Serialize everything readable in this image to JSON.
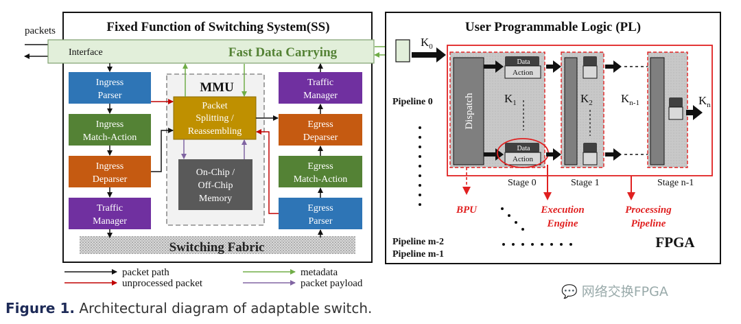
{
  "ss": {
    "title": "Fixed Function of Switching System(SS)",
    "packets_label": "packets",
    "interface_label": "Interface",
    "fast_data_label": "Fast Data Carrying",
    "mmu_label": "MMU",
    "switching_fabric_label": "Switching Fabric",
    "ingress_parser": [
      "Ingress",
      "Parser"
    ],
    "ingress_match_action": [
      "Ingress",
      "Match-Action"
    ],
    "ingress_deparser": [
      "Ingress",
      "Deparser"
    ],
    "ingress_traffic_manager": [
      "Traffic",
      "Manager"
    ],
    "egress_traffic_manager": [
      "Traffic",
      "Manager"
    ],
    "egress_deparser": [
      "Egress",
      "Deparser"
    ],
    "egress_match_action": [
      "Egress",
      "Match-Action"
    ],
    "egress_parser": [
      "Egress",
      "Parser"
    ],
    "packet_splitting": [
      "Packet",
      "Splitting /",
      "Reassembling"
    ],
    "memory": [
      "On-Chip /",
      "Off-Chip",
      "Memory"
    ]
  },
  "pl": {
    "title": "User Programmable Logic (PL)",
    "k0": "K",
    "k0_sub": "0",
    "k1": "K",
    "k1_sub": "1",
    "k2": "K",
    "k2_sub": "2",
    "kn1": "K",
    "kn1_sub": "n-1",
    "kn": "K",
    "kn_sub": "n",
    "pipeline0": "Pipeline 0",
    "pipeline_m2": "Pipeline m-2",
    "pipeline_m1": "Pipeline m-1",
    "dispatch": "Dispatch",
    "data_label": "Data",
    "action_label": "Action",
    "stage0": "Stage 0",
    "stage1": "Stage 1",
    "stagen1": "Stage n-1",
    "bpu": "BPU",
    "execution_engine": [
      "Execution",
      "Engine"
    ],
    "processing_pipeline": [
      "Processing",
      "Pipeline"
    ],
    "fpga": "FPGA"
  },
  "legend": {
    "packet_path": "packet path",
    "metadata": "metadata",
    "unprocessed_packet": "unprocessed packet",
    "packet_payload": "packet payload"
  },
  "caption": {
    "figure": "Figure 1.",
    "text": "Architectural diagram of adaptable switch."
  },
  "watermark": "网络交换FPGA",
  "colors": {
    "blue": "#2e75b6",
    "green": "#548235",
    "orange": "#c55a11",
    "purple": "#7030a0",
    "gold": "#bf9000",
    "grey_box": "#595959",
    "light_green": "#e2efda",
    "red": "#d9262b",
    "meta_green": "#70ad47",
    "payload_purple": "#8064a2"
  }
}
